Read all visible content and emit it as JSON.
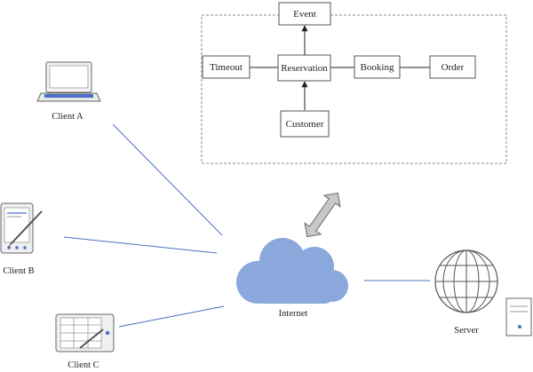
{
  "entities": {
    "event": "Event",
    "timeout": "Timeout",
    "reservation": "Reservation",
    "booking": "Booking",
    "order": "Order",
    "customer": "Customer"
  },
  "nodes": {
    "client_a": "Client A",
    "client_b": "Client B",
    "client_c": "Client C",
    "internet": "Internet",
    "server": "Server"
  },
  "colors": {
    "connection_line": "#4a72c0",
    "cloud_fill": "#8aa8dc",
    "double_arrow_fill": "#c8c8c8"
  },
  "icons": {
    "client_a": "laptop-icon",
    "client_b": "pda-stylus-icon",
    "client_c": "tablet-stylus-icon",
    "internet": "cloud-icon",
    "server": "globe-server-icon"
  }
}
